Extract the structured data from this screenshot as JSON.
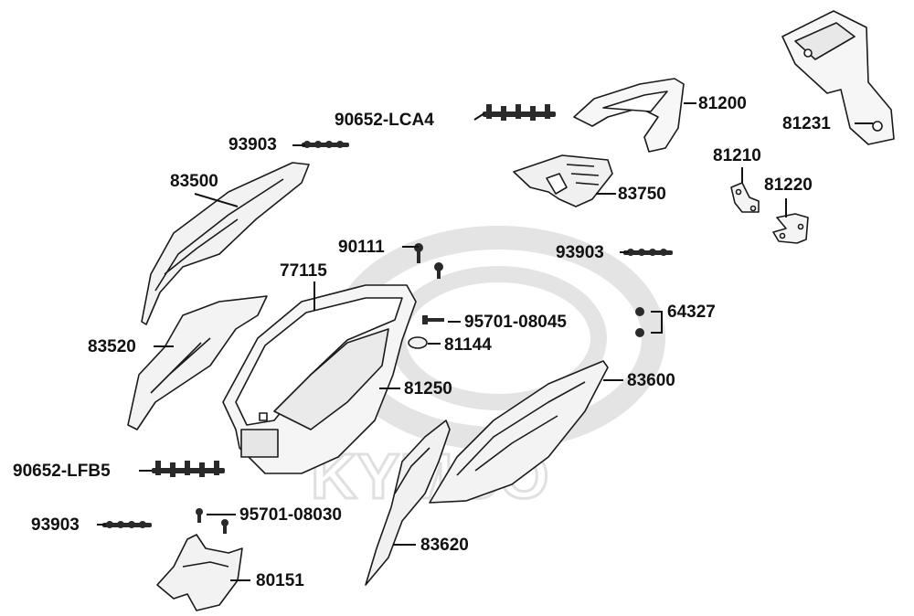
{
  "watermark": {
    "brand": "KYMCO"
  },
  "colors": {
    "ink": "#111111",
    "part_fill": "#f4f4f4",
    "part_dark": "#2a2a2a",
    "watermark": "#e2e2e2"
  },
  "labels": {
    "p81231": "81231",
    "p81200": "81200",
    "p90652_lca4": "90652-LCA4",
    "p93903_top": "93903",
    "p83500": "83500",
    "p81210": "81210",
    "p81220": "81220",
    "p83750": "83750",
    "p90111": "90111",
    "p93903_mid": "93903",
    "p77115": "77115",
    "p64327": "64327",
    "p95701_08045": "95701-08045",
    "p81144": "81144",
    "p83520": "83520",
    "p83600": "83600",
    "p81250": "81250",
    "p90652_lfb5": "90652-LFB5",
    "p93903_bot": "93903",
    "p95701_08030": "95701-08030",
    "p83620": "83620",
    "p80151": "80151"
  }
}
